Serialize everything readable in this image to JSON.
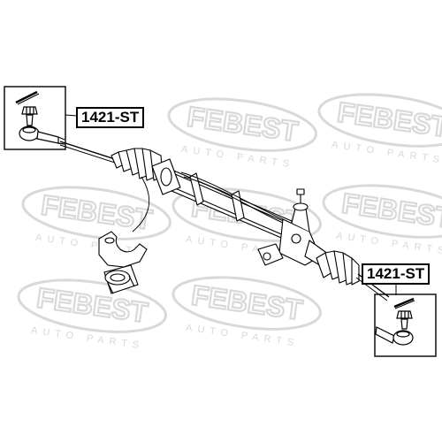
{
  "watermark": {
    "brand": "FEBEST",
    "tagline": "AUTO PARTS",
    "color": "#d9d9d9"
  },
  "callouts": [
    {
      "part_number": "1421-ST"
    },
    {
      "part_number": "1421-ST"
    }
  ],
  "colors": {
    "line": "#000000",
    "background": "#ffffff"
  }
}
